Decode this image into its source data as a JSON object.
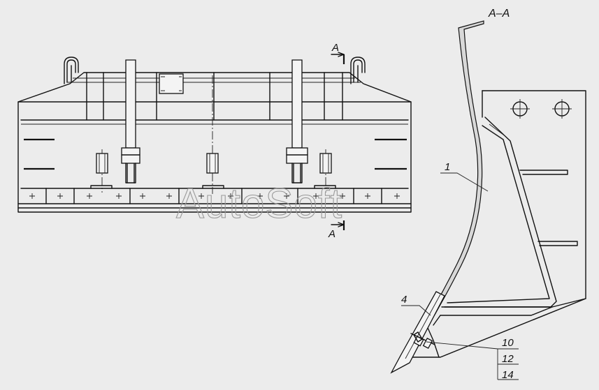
{
  "section_title": "A–A",
  "cut_marker_top": "A",
  "cut_marker_bottom": "A",
  "part_labels": [
    "1",
    "4",
    "10",
    "12",
    "14"
  ],
  "watermark": "AutoSoft"
}
